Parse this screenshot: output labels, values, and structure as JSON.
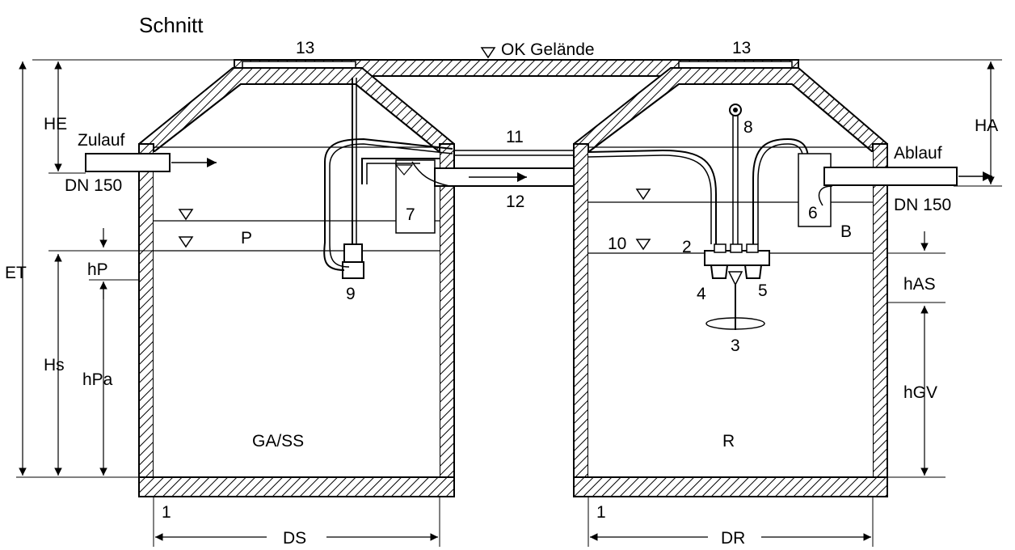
{
  "title": "Schnitt",
  "ground_label": "OK Gelände",
  "inlet": {
    "label": "Zulauf",
    "size": "DN 150"
  },
  "outlet": {
    "label": "Ablauf",
    "size": "DN 150"
  },
  "dimensions": {
    "HE": "HE",
    "HA": "HA",
    "ET": "ET",
    "hP": "hP",
    "Hs": "Hs",
    "hPa": "hPa",
    "hAS": "hAS",
    "hGV": "hGV",
    "DS": "DS",
    "DR": "DR"
  },
  "tanks": {
    "left": {
      "name": "GA/SS",
      "level_label": "P"
    },
    "right": {
      "name": "R",
      "level_label": "B"
    }
  },
  "callouts": [
    "1",
    "1",
    "2",
    "3",
    "4",
    "5",
    "6",
    "7",
    "8",
    "9",
    "10",
    "11",
    "12",
    "13",
    "13"
  ],
  "colors": {
    "line": "#000000",
    "background": "#ffffff"
  }
}
